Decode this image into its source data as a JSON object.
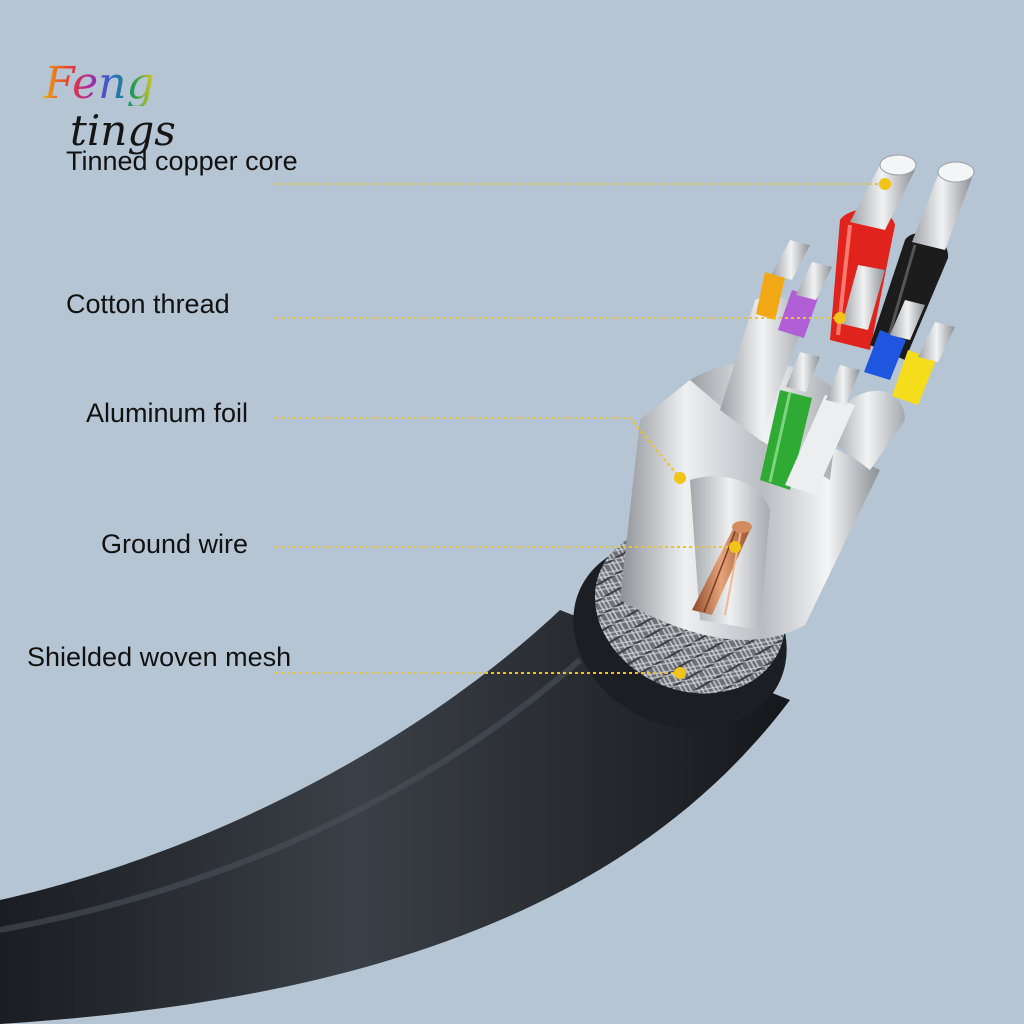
{
  "logo": {
    "line1": "Feng",
    "line2": "tings"
  },
  "labels": [
    {
      "id": "tinned-copper-core",
      "text": "Tinned copper core"
    },
    {
      "id": "cotton-thread",
      "text": "Cotton thread"
    },
    {
      "id": "aluminum-foil",
      "text": "Aluminum foil"
    },
    {
      "id": "ground-wire",
      "text": "Ground wire"
    },
    {
      "id": "shielded-woven-mesh",
      "text": "Shielded woven mesh"
    }
  ],
  "colors": {
    "background": "#b6c5d4",
    "leader_line": "#f2c318",
    "jacket": "#24282d",
    "wire_red": "#e0231c",
    "wire_black": "#1c1c1c",
    "wire_orange": "#f2a814",
    "wire_purple": "#b15fd6",
    "wire_blue": "#1f56e0",
    "wire_yellow": "#f5dd1c",
    "wire_green": "#2faa35",
    "copper": "#c77a4e"
  }
}
